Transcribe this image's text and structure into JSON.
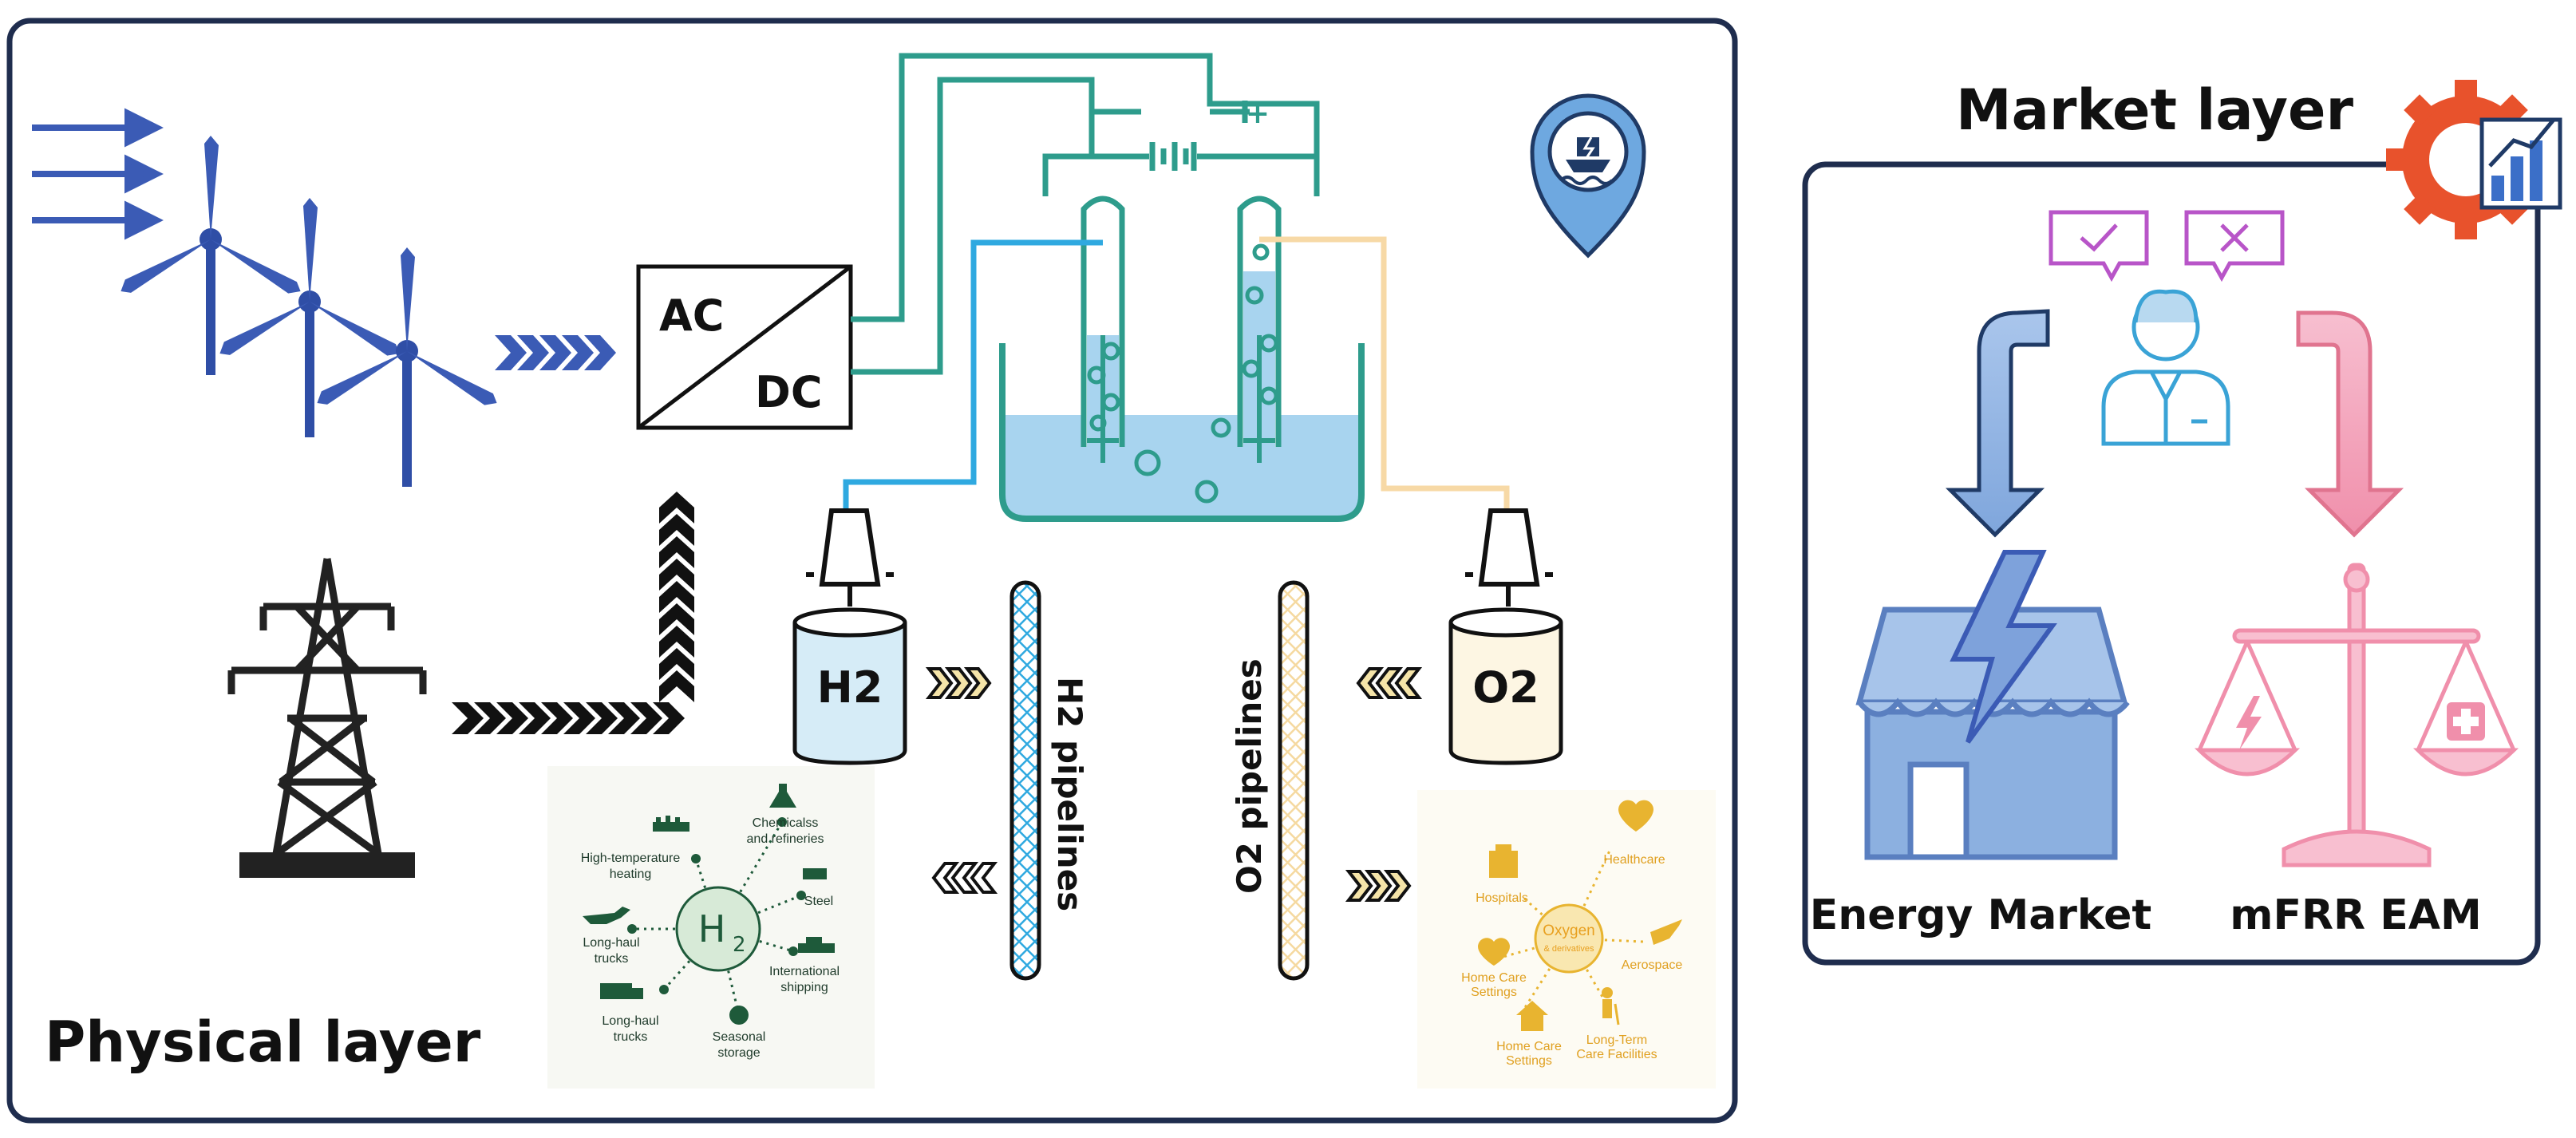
{
  "physical": {
    "title": "Physical layer",
    "converter": {
      "ac": "AC",
      "dc": "DC"
    },
    "battery": {
      "minus": "−",
      "plus": "+"
    },
    "h2_tank": "H2",
    "o2_tank": "O2",
    "h2_pipeline": "H2 pipelines",
    "o2_pipeline": "O2 pipelines",
    "h2_uses": {
      "center": "H",
      "center_sub": "2",
      "items": [
        "Chemicalss",
        "and refineries",
        "High-temperature",
        "heating",
        "Steel",
        "Long-haul",
        "trucks",
        "International",
        "shipping",
        "Long-haul",
        "trucks",
        "Seasonal",
        "storage"
      ]
    },
    "o2_uses": {
      "center": "Oxygen",
      "center_sub": "& derivatives",
      "items": [
        "Healthcare",
        "Hospitals",
        "Aerospace",
        "Home Care",
        "Settings",
        "Home Care",
        "Settings",
        "Long-Term",
        "Care Facilities"
      ]
    }
  },
  "market": {
    "title": "Market layer",
    "energy_market": "Energy Market",
    "mfrr": "mFRR EAM"
  },
  "icons": [
    "wind-arrow-icon",
    "wind-turbine-icon",
    "transmission-tower-icon",
    "ac-dc-converter-icon",
    "battery-icon",
    "electrolyzer-icon",
    "ship-location-icon",
    "compressor-icon",
    "gear-chart-icon",
    "check-bubble-icon",
    "cross-bubble-icon",
    "person-icon",
    "shop-icon",
    "scale-icon"
  ],
  "colors": {
    "frame": "#1f2d4e",
    "wind": "#3b5bb5",
    "teal": "#2e9c8c",
    "h2_line": "#2fa9e0",
    "o2_line": "#f7d9a6",
    "water": "#a8d4ef",
    "h2_green": "#1e5a3a",
    "o2_gold": "#e8b430",
    "market_blue": "#8cb0e0",
    "market_pink": "#f2a3bb",
    "bubble_purple": "#b855c8"
  }
}
